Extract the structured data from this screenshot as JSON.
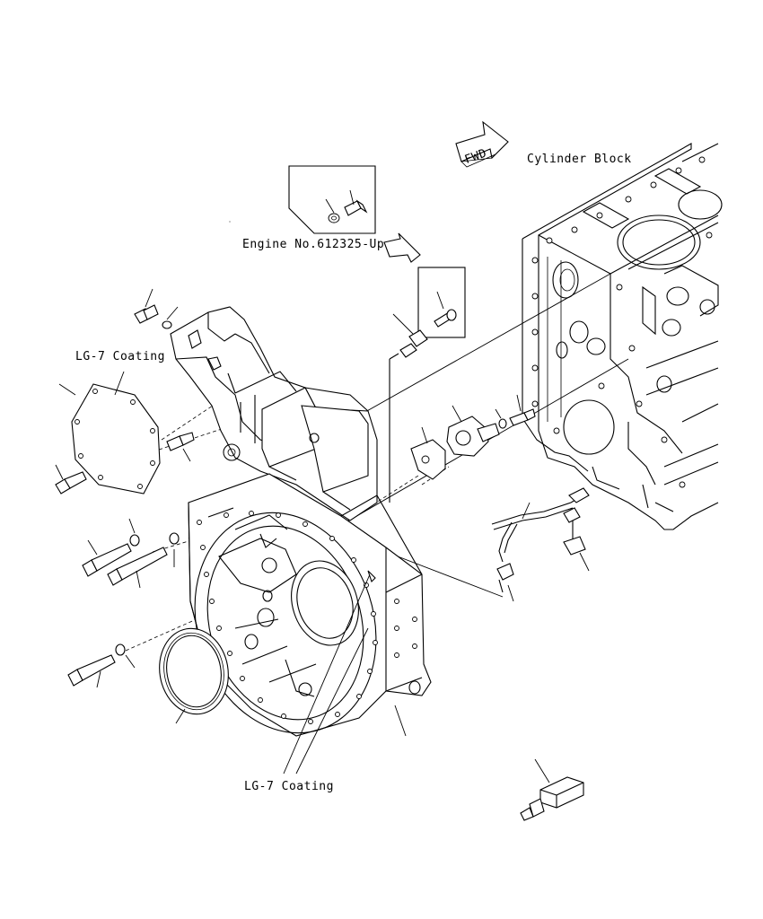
{
  "labels": {
    "cylinder_block": "Cylinder Block",
    "engine_no": "Engine No.612325-Up",
    "lg7_top": "LG-7 Coating",
    "lg7_bottom": "LG-7 Coating",
    "fwd": "FWD"
  }
}
